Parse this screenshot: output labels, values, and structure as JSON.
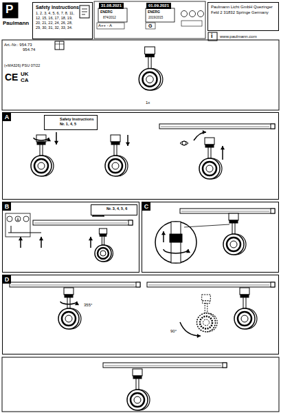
{
  "diagram": {
    "nodes": [
      {
        "text": [
          "Safety Instructions",
          "1, 2, 3, 4, 5, 6, 7, 8, 11, 12, 15, 16, 17, 18, 19, 20, 21, 22, 24, 26, 28, 29, 30, 31, 32, 33, 34."
        ]
      },
      {
        "text": [
          "Paulmann Licht GmbH Quezinger Feld 2 31832 Springe Germany"
        ]
      },
      {
        "text": [
          "A"
        ]
      },
      {
        "text": [
          "Safety Instructions",
          "Nr. 1, 4, 5"
        ],
        "in": 2
      },
      {
        "text": [
          "B"
        ]
      },
      {
        "text": [
          "Nr. 3, 4, 5, 6"
        ],
        "in": 4
      },
      {
        "text": [
          "C"
        ]
      },
      {
        "text": [
          "D"
        ]
      }
    ],
    "labels": [
      "P",
      "Paulmann",
      "31.08.2021",
      "ENERG",
      "874/2012",
      "A++ - A",
      "01.09.2021",
      "ENERG",
      "2019/2015",
      "G",
      "i",
      "www.paulmann.com",
      "Art.-Nr.: 954.73",
      "954.74",
      "(+MA326) PSU 07/22",
      "CE",
      "UK",
      "CA",
      "1x",
      "355°",
      "90°"
    ]
  }
}
